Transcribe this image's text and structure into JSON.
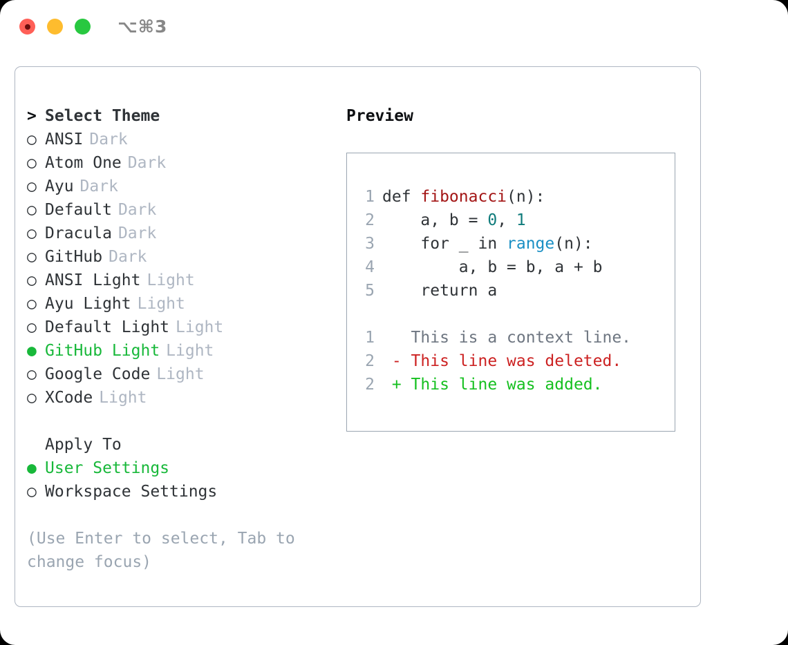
{
  "window": {
    "traffic_lights": [
      "close-red",
      "minimize-yellow",
      "maximize-green"
    ],
    "shortcut": "⌥⌘3",
    "colors": {
      "red": "#ff5f57",
      "yellow": "#febc2e",
      "green": "#28c840",
      "accent_green": "#18b83a",
      "muted": "#aeb6c2",
      "border": "#9aa5b1"
    }
  },
  "theme_picker": {
    "header": {
      "marker": ">",
      "label": "Select Theme"
    },
    "items": [
      {
        "marker": "○",
        "label": "ANSI",
        "suffix": "Dark",
        "selected": false
      },
      {
        "marker": "○",
        "label": "Atom One",
        "suffix": "Dark",
        "selected": false
      },
      {
        "marker": "○",
        "label": "Ayu",
        "suffix": "Dark",
        "selected": false
      },
      {
        "marker": "○",
        "label": "Default",
        "suffix": "Dark",
        "selected": false
      },
      {
        "marker": "○",
        "label": "Dracula",
        "suffix": "Dark",
        "selected": false
      },
      {
        "marker": "○",
        "label": "GitHub",
        "suffix": "Dark",
        "selected": false
      },
      {
        "marker": "○",
        "label": "ANSI Light",
        "suffix": "Light",
        "selected": false
      },
      {
        "marker": "○",
        "label": "Ayu Light",
        "suffix": "Light",
        "selected": false
      },
      {
        "marker": "○",
        "label": "Default Light",
        "suffix": "Light",
        "selected": false
      },
      {
        "marker": "●",
        "label": "GitHub Light",
        "suffix": "Light",
        "selected": true
      },
      {
        "marker": "○",
        "label": "Google Code",
        "suffix": "Light",
        "selected": false
      },
      {
        "marker": "○",
        "label": "XCode",
        "suffix": "Light",
        "selected": false
      }
    ]
  },
  "apply_to": {
    "header": {
      "marker": "",
      "label": "Apply To"
    },
    "items": [
      {
        "marker": "●",
        "label": "User Settings",
        "selected": true
      },
      {
        "marker": "○",
        "label": "Workspace Settings",
        "selected": false
      }
    ]
  },
  "help_text": "(Use Enter to select, Tab to change focus)",
  "preview": {
    "title": "Preview",
    "code_lines": [
      {
        "no": "1",
        "tokens": [
          {
            "t": "def ",
            "c": "kw"
          },
          {
            "t": "fibonacci",
            "c": "fn"
          },
          {
            "t": "(n):",
            "c": "kw"
          }
        ]
      },
      {
        "no": "2",
        "tokens": [
          {
            "t": "    a, b = ",
            "c": "kw"
          },
          {
            "t": "0",
            "c": "num"
          },
          {
            "t": ", ",
            "c": "kw"
          },
          {
            "t": "1",
            "c": "num"
          }
        ]
      },
      {
        "no": "3",
        "tokens": [
          {
            "t": "    for _ in ",
            "c": "kw"
          },
          {
            "t": "range",
            "c": "call"
          },
          {
            "t": "(n):",
            "c": "kw"
          }
        ]
      },
      {
        "no": "4",
        "tokens": [
          {
            "t": "        a, b = b, a + b",
            "c": "kw"
          }
        ]
      },
      {
        "no": "5",
        "tokens": [
          {
            "t": "    return a",
            "c": "kw"
          }
        ]
      }
    ],
    "diff_lines": [
      {
        "no": "1",
        "sign": " ",
        "text": "This is a context line.",
        "kind": "context"
      },
      {
        "no": "2",
        "sign": "-",
        "text": "This line was deleted.",
        "kind": "del"
      },
      {
        "no": "2",
        "sign": "+",
        "text": "This line was added.",
        "kind": "add"
      }
    ]
  }
}
